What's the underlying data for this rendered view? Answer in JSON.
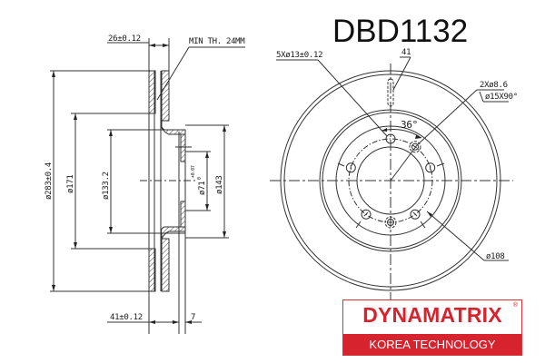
{
  "title": "DBD1132",
  "side_view": {
    "thickness": "26±0.12",
    "min_thickness": "MIN TH. 24MM",
    "outer_diameter": "ø283±0.4",
    "diameter_171": "ø171",
    "diameter_133": "ø133.2",
    "center_bore": "ø71",
    "center_bore_tol_upper": "+0.07",
    "center_bore_tol_lower": "0",
    "hat_diameter": "ø143",
    "height": "41±0.12",
    "hat_thickness": "7"
  },
  "front_view": {
    "bolt_holes": "5Xø13±0.12",
    "slot_label": "41",
    "screw_holes": "2Xø8.6",
    "countersink": "ø15X90°",
    "angle": "36°",
    "pcd": "ø108"
  },
  "logo": {
    "brand": "DYNAMATRIX",
    "registered": "®",
    "tagline": "KOREA TECHNOLOGY",
    "brand_color": "#d7232e"
  }
}
